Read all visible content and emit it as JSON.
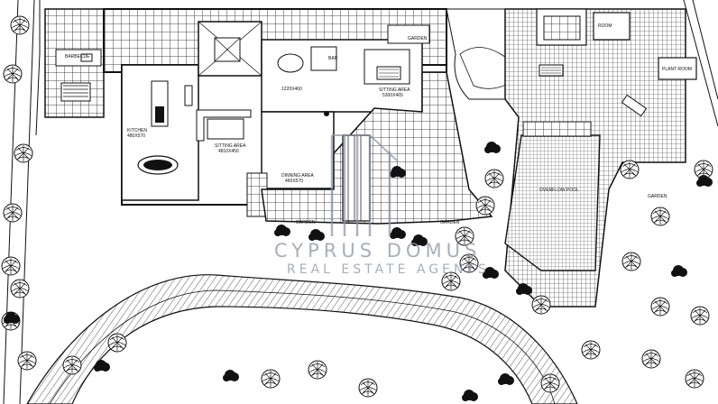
{
  "labels": {
    "barbecue": "BARBECUE",
    "kitchen": "KITCHEN",
    "kitchen_dim": "480X570",
    "sitting1": "SITTING AREA",
    "sitting1_dim": "4810X450",
    "dimension_top": "1220X460",
    "bar": "BAR",
    "sitting2": "SITTING AREA",
    "sitting2_dim": "5300X465",
    "dinning": "DINNING AREA",
    "dinning_dim": "460X570",
    "garden_top": "GARDEN",
    "garden_mid1": "GARDEN",
    "garden_mid2": "GARDEN",
    "garden_right": "GARDEN",
    "room": "ROOM",
    "plant_room": "PLANT ROOM",
    "pool": "OVERFLOW POOL"
  },
  "watermark": {
    "line1": "CYPRUS DOMUS",
    "line2": "REAL ESTATE AGENTS"
  },
  "colors": {
    "line": "#111111",
    "watermark": "#8a93a6",
    "background": "#ffffff"
  }
}
